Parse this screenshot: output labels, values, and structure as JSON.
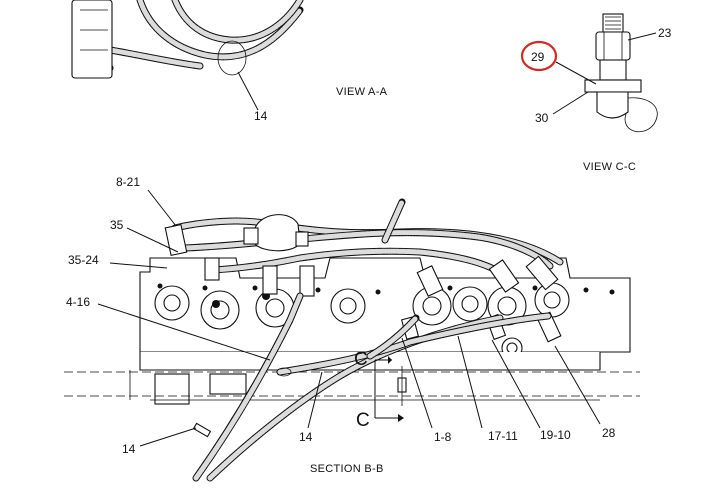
{
  "views": {
    "view_aa": {
      "caption": "VIEW A-A",
      "callouts": [
        "14"
      ]
    },
    "view_cc": {
      "caption": "VIEW C-C",
      "callouts": [
        "23",
        "29",
        "30"
      ],
      "highlighted_callout": "29",
      "highlight_color": "#d42a1f"
    },
    "section_bb": {
      "caption": "SECTION B-B",
      "callouts": [
        "8-21",
        "35",
        "35-24",
        "4-16",
        "14",
        "14",
        "1-8",
        "17-11",
        "19-10",
        "28"
      ],
      "section_marker": "C"
    }
  }
}
